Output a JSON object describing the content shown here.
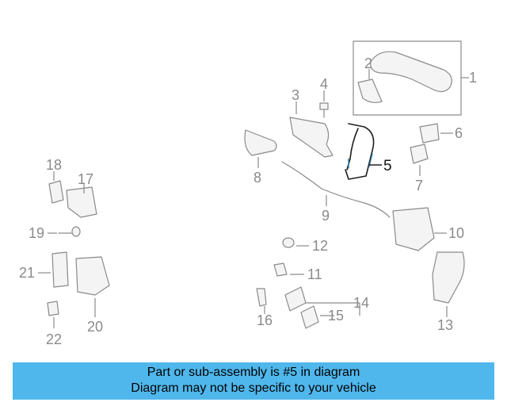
{
  "diagram": {
    "callouts": [
      "1",
      "2",
      "3",
      "4",
      "5",
      "6",
      "7",
      "8",
      "9",
      "10",
      "11",
      "12",
      "13",
      "14",
      "15",
      "16",
      "17",
      "18",
      "19",
      "20",
      "21",
      "22"
    ],
    "highlighted_part": "5",
    "highlight_color": "#1f1f1f",
    "accent_color": "#2e7db3",
    "line_color": "#8a8a8a"
  },
  "banner": {
    "line1": "Part or sub-assembly is #5 in diagram",
    "line2": "Diagram may not be specific to your vehicle",
    "background": "#4fb7ec"
  }
}
